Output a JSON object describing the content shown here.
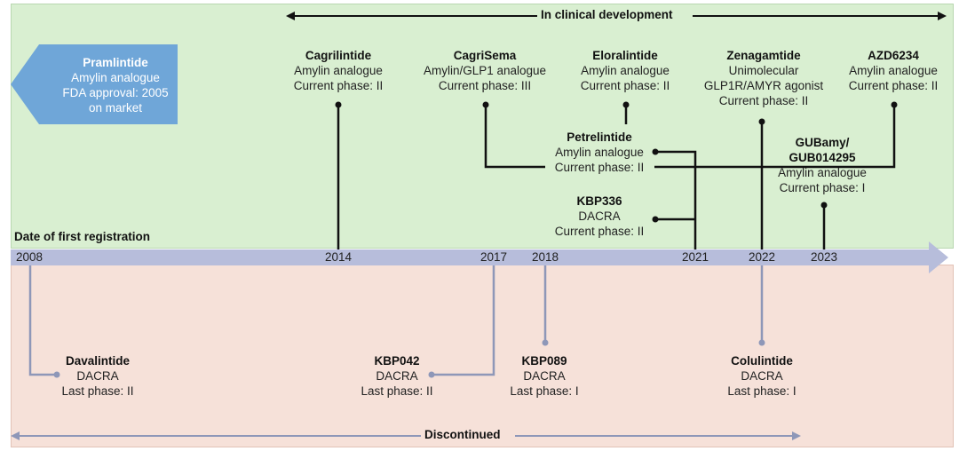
{
  "colors": {
    "clinical_bg": "#d9efd1",
    "discontinued_bg": "#f6e1d9",
    "axis": "#b7bddb",
    "approved_box": "#6fa6d8",
    "clinical_line": "#111111",
    "discontinued_line": "#8e97b8"
  },
  "header": {
    "clinical_label": "In clinical development",
    "discontinued_label": "Discontinued",
    "axis_title": "Date of first registration"
  },
  "years": [
    "2008",
    "2014",
    "2017",
    "2018",
    "2021",
    "2022",
    "2023"
  ],
  "approved": {
    "name": "Pramlintide",
    "line1": "Amylin analogue",
    "line2": "FDA approval: 2005",
    "line3": "on market"
  },
  "clinical": [
    {
      "name": "Cagrilintide",
      "line1": "Amylin analogue",
      "line2": "Current phase: II"
    },
    {
      "name": "CagriSema",
      "line1": "Amylin/GLP1 analogue",
      "line2": "Current phase: III"
    },
    {
      "name": "Eloralintide",
      "line1": "Amylin analogue",
      "line2": "Current phase: II"
    },
    {
      "name": "Zenagamtide",
      "line1": "Unimolecular",
      "line2": "GLP1R/AMYR agonist",
      "line3": "Current phase: II"
    },
    {
      "name": "AZD6234",
      "line1": "Amylin analogue",
      "line2": "Current phase: II"
    },
    {
      "name": "Petrelintide",
      "line1": "Amylin analogue",
      "line2": "Current phase: II"
    },
    {
      "name": "GUBamy/",
      "name2": "GUB014295",
      "line1": "Amylin analogue",
      "line2": "Current phase: I"
    },
    {
      "name": "KBP336",
      "line1": "DACRA",
      "line2": "Current phase: II"
    }
  ],
  "discontinued": [
    {
      "name": "Davalintide",
      "line1": "DACRA",
      "line2": "Last phase: II"
    },
    {
      "name": "KBP042",
      "line1": "DACRA",
      "line2": "Last phase: II"
    },
    {
      "name": "KBP089",
      "line1": "DACRA",
      "line2": "Last phase: I"
    },
    {
      "name": "Colulintide",
      "line1": "DACRA",
      "line2": "Last phase: I"
    }
  ]
}
